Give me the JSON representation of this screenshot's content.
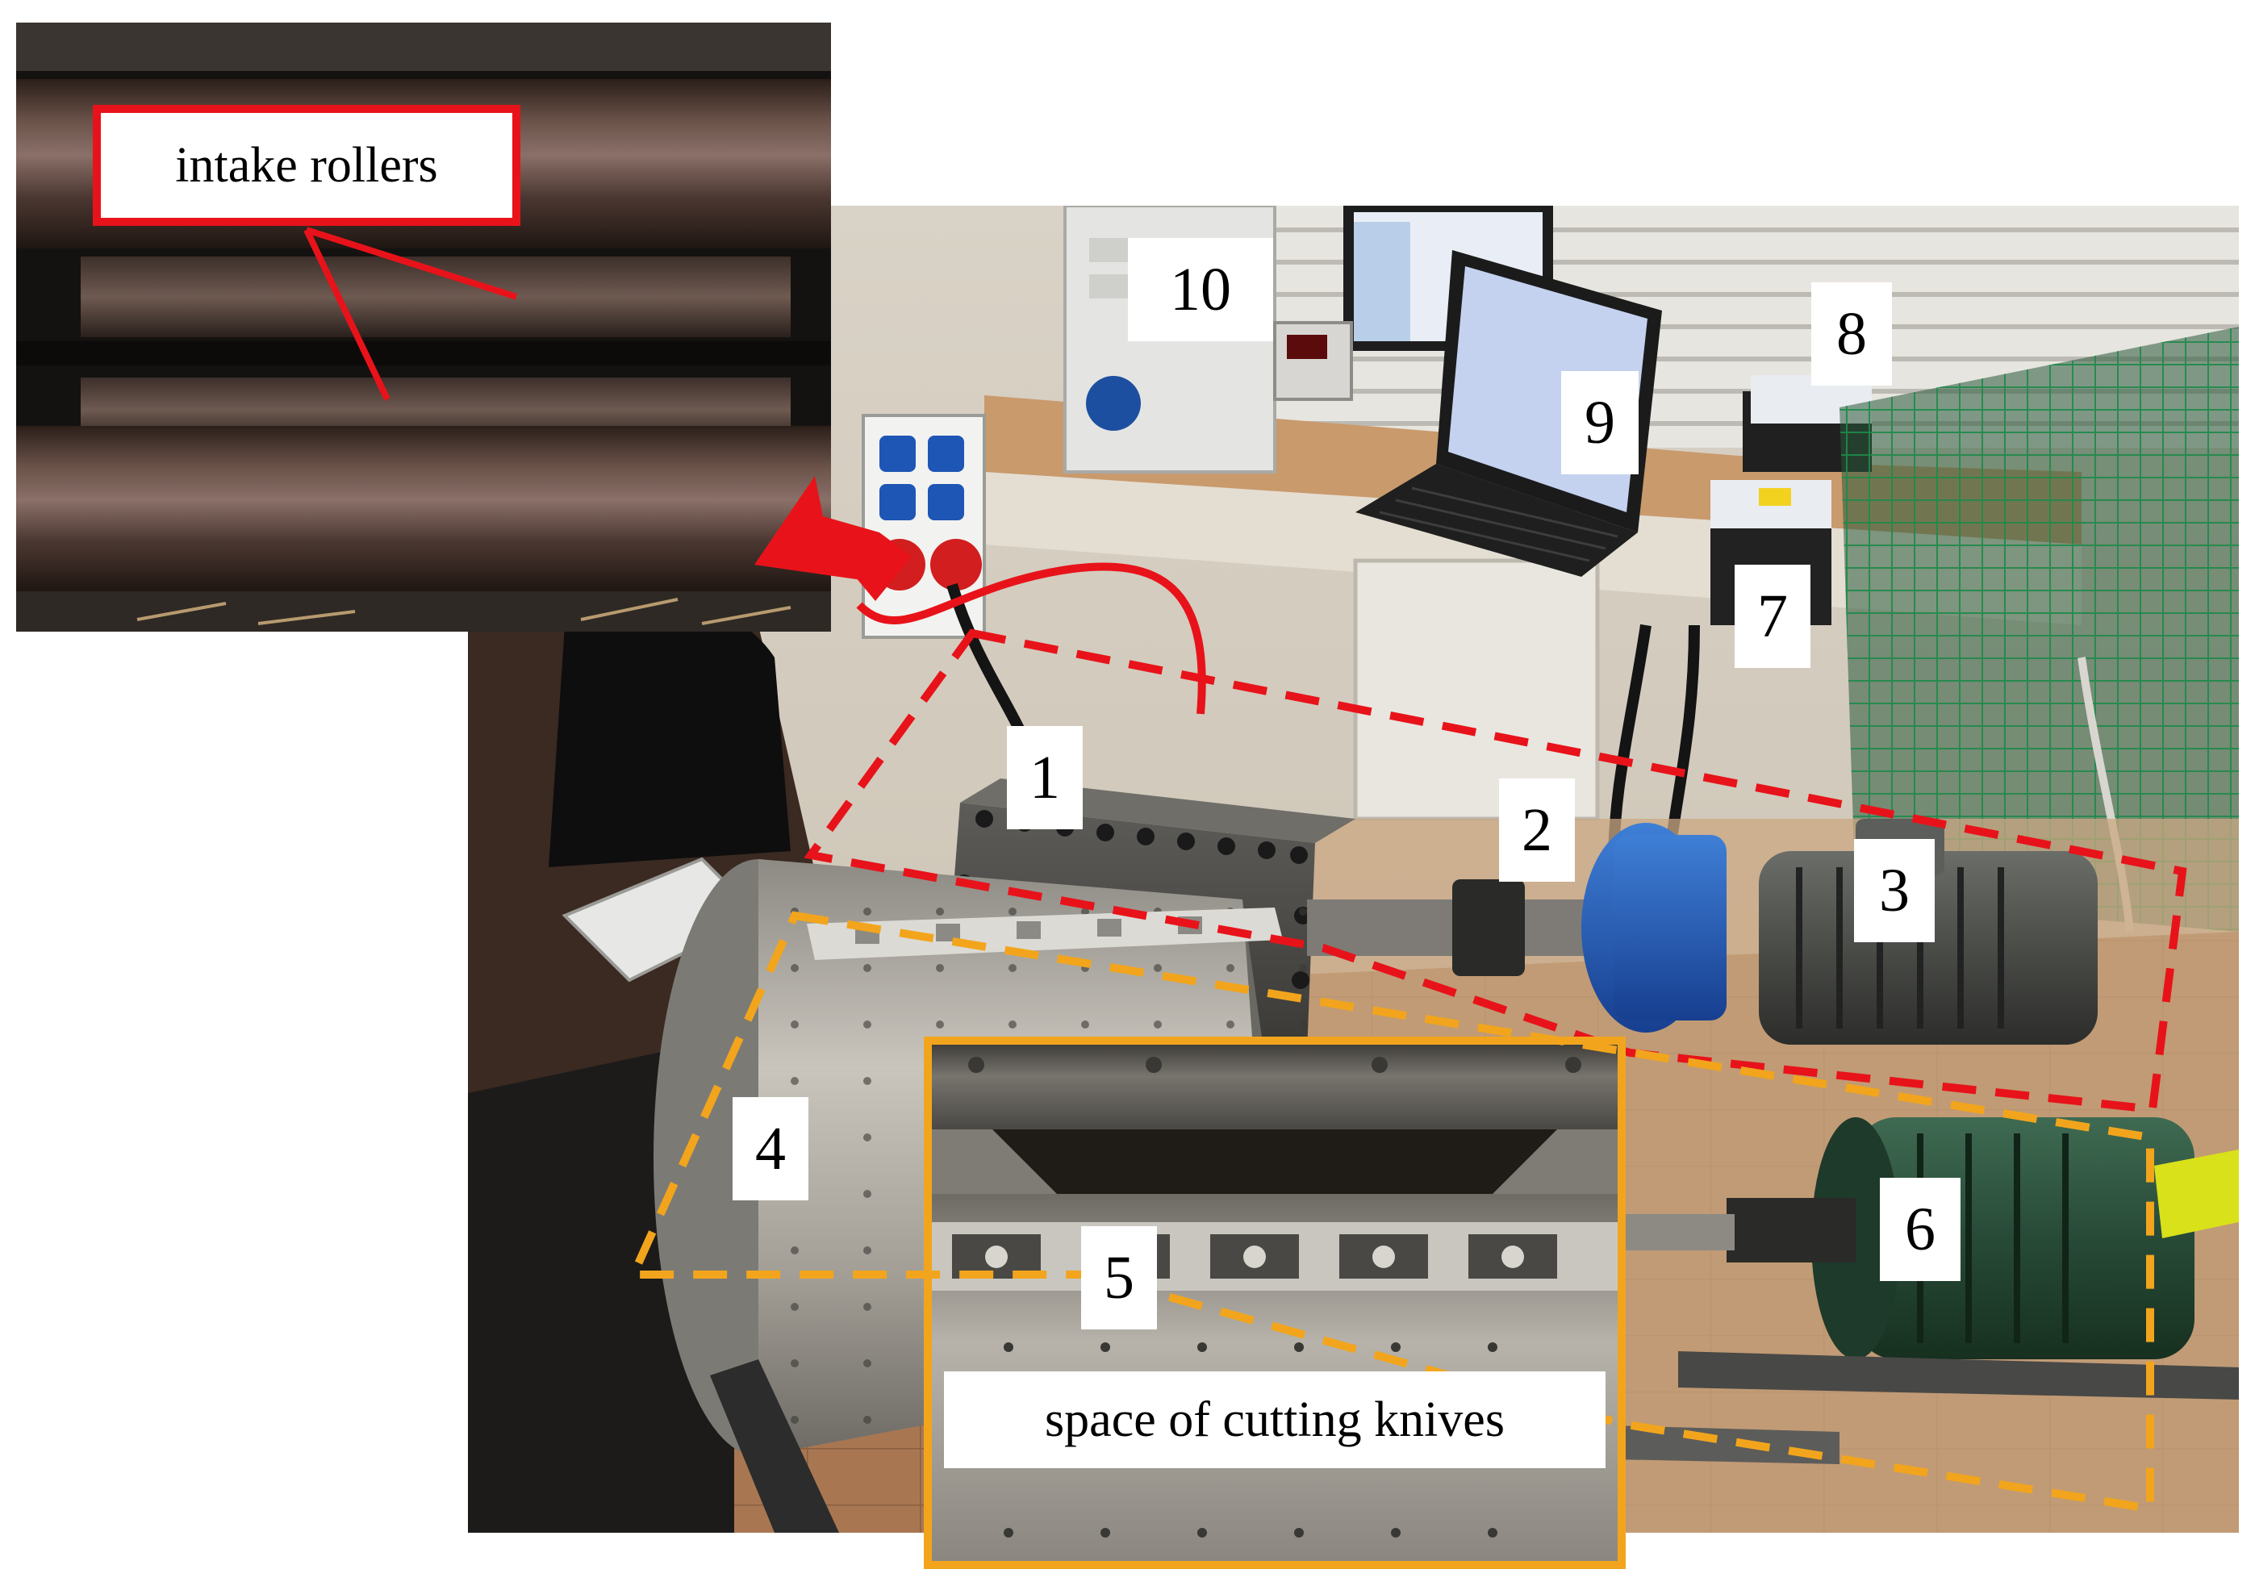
{
  "labels": {
    "intake_rollers": "intake rollers",
    "cutting_knives": "space of cutting knives",
    "n1": "1",
    "n2": "2",
    "n3": "3",
    "n4": "4",
    "n5": "5",
    "n6": "6",
    "n7": "7",
    "n8": "8",
    "n9": "9",
    "n10": "10"
  },
  "colors": {
    "red_outline": "#e8131a",
    "orange_outline": "#f2a51c",
    "background": "#ffffff"
  }
}
